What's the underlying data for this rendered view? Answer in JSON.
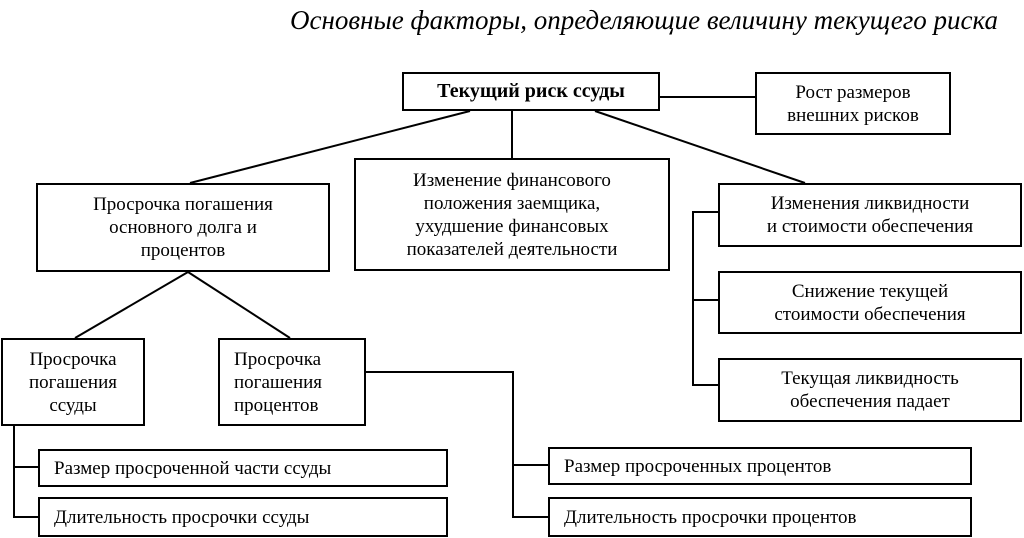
{
  "title": "Основные факторы, определяющие величину текущего риска",
  "nodes": {
    "root": "Текущий риск ссуды",
    "external": "Рост размеров\nвнешних рисков",
    "delay": "Просрочка погашения\nосновного долга и\nпроцентов",
    "financial": "Изменение  финансового\nположения заемщика,\nухудшение финансовых\nпоказателей деятельности",
    "liquidity": "Изменения ликвидности\nи стоимости обеспечения",
    "delay_loan": "Просрочка\nпогашения\nссуды",
    "delay_interest": "Просрочка\nпогашения\nпроцентов",
    "collateral_value": "Снижение текущей\nстоимости обеспечения",
    "collateral_liquidity": "Текущая ликвидность\nобеспечения падает",
    "loan_size": "Размер просроченной части ссуды",
    "loan_duration": "Длительность просрочки ссуды",
    "interest_size": "Размер просроченных процентов",
    "interest_duration": "Длительность просрочки процентов"
  }
}
